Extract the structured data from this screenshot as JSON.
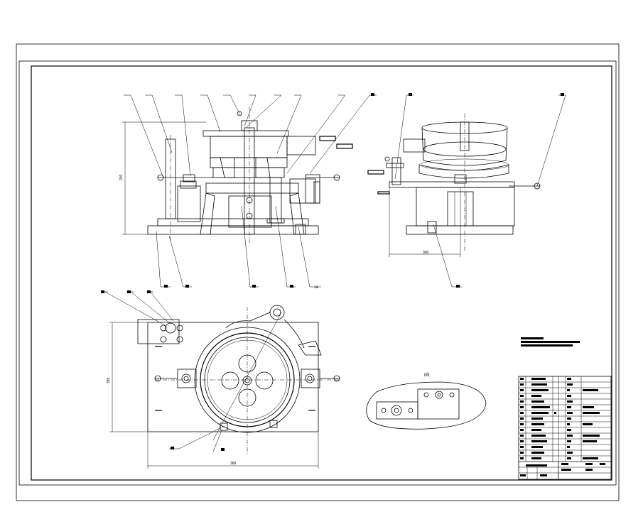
{
  "detail_view": {
    "label": "I向"
  },
  "dimensions": {
    "front_height": "230",
    "plan_height": "355",
    "plan_width": "360",
    "side_width": "300"
  },
  "leaders": {
    "tag_a": "14"
  },
  "drawing": {
    "line_color": "#000000",
    "background": "#ffffff"
  }
}
